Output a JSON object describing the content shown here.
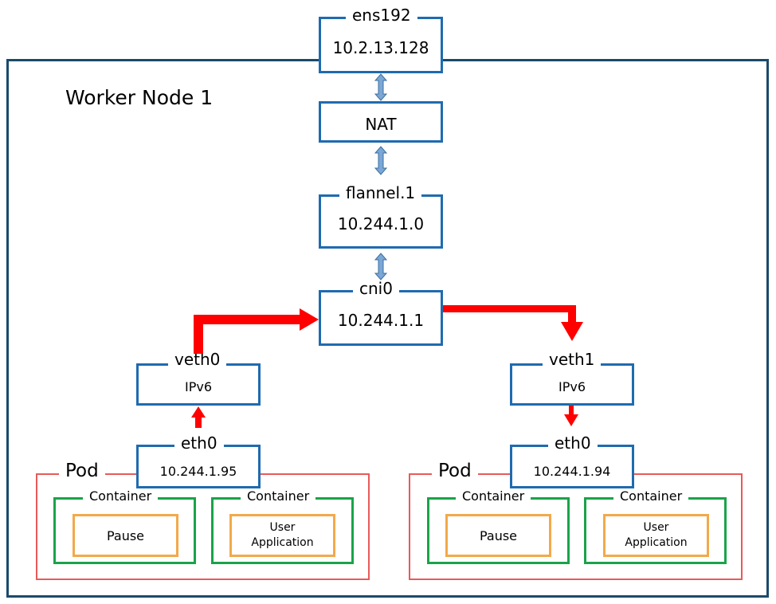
{
  "node": {
    "title": "Worker Node 1"
  },
  "ens192": {
    "label": "ens192",
    "ip": "10.2.13.128"
  },
  "nat": {
    "label": "NAT"
  },
  "flannel": {
    "label": "flannel.1",
    "ip": "10.244.1.0"
  },
  "cni0": {
    "label": "cni0",
    "ip": "10.244.1.1"
  },
  "veth0": {
    "label": "veth0",
    "value": "IPv6"
  },
  "veth1": {
    "label": "veth1",
    "value": "IPv6"
  },
  "pod_left": {
    "label": "Pod",
    "eth_label": "eth0",
    "eth_ip": "10.244.1.95",
    "containers": [
      {
        "label": "Container",
        "content": "Pause"
      },
      {
        "label": "Container",
        "content": "User\nApplication"
      }
    ]
  },
  "pod_right": {
    "label": "Pod",
    "eth_label": "eth0",
    "eth_ip": "10.244.1.94",
    "containers": [
      {
        "label": "Container",
        "content": "Pause"
      },
      {
        "label": "Container",
        "content": "User\nApplication"
      }
    ]
  },
  "colors": {
    "node_border": "#1b4a6b",
    "interface_border": "#1f6bb0",
    "pod_border": "#e85a5a",
    "container_border": "#1aa34a",
    "process_border": "#f2a94a",
    "traffic_arrow": "#ff0000",
    "link_arrow": "#7aa7d6"
  }
}
